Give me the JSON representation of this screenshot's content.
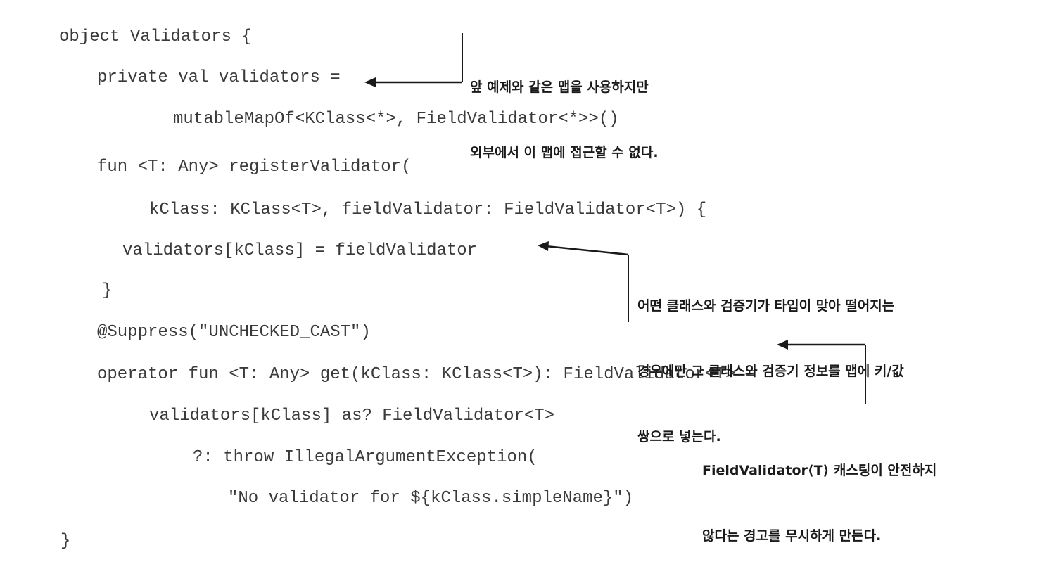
{
  "code_lines": [
    "object Validators {",
    "private val validators =",
    "mutableMapOf<KClass<*>, FieldValidator<*>>()",
    "fun <T: Any> registerValidator(",
    "kClass: KClass<T>, fieldValidator: FieldValidator<T>) {",
    "validators[kClass] = fieldValidator",
    "}",
    "@Suppress(\"UNCHECKED_CAST\")",
    "operator fun <T: Any> get(kClass: KClass<T>): FieldValidator<T> =",
    "validators[kClass] as? FieldValidator<T>",
    "?: throw IllegalArgumentException(",
    "\"No validator for ${kClass.simpleName}\")",
    "}"
  ],
  "annotations": [
    {
      "lines": [
        "앞 예제와 같은 맵을 사용하지만",
        "외부에서 이 맵에 접근할 수 없다."
      ]
    },
    {
      "lines": [
        "어떤 클래스와 검증기가 타입이 맞아 떨어지는",
        "경우에만 그 클래스와 검증기 정보를 맵에 키/값",
        "쌍으로 넣는다."
      ]
    },
    {
      "lines": [
        "FieldValidator⟨T⟩ 캐스팅이 안전하지",
        "않다는 경고를 무시하게 만든다."
      ]
    }
  ]
}
